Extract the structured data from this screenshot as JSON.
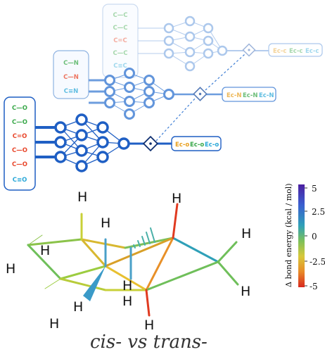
{
  "networks": {
    "co": {
      "bonds": [
        "C—O",
        "C—O",
        "C=O",
        "C—O",
        "C—O",
        "C≡O"
      ],
      "output": [
        "Ec-o",
        "Ec-o",
        "Ec-o"
      ]
    },
    "cn": {
      "bonds": [
        "C—N",
        "C—N",
        "C≡N"
      ],
      "output": [
        "Ec-N",
        "Ec-N",
        "Ec-N"
      ]
    },
    "cc": {
      "bonds": [
        "C—C",
        "C—C",
        "C=C",
        "C—C",
        "C≡C"
      ],
      "output": [
        "Ec-c",
        "Ec-c",
        "Ec-c"
      ]
    }
  },
  "molecule": {
    "atoms": [
      "H",
      "H",
      "H",
      "H",
      "H",
      "H",
      "H",
      "H",
      "H",
      "H",
      "H",
      "H"
    ]
  },
  "colorbar": {
    "label": "Δ bond energy (kcal / mol)",
    "ticks": [
      "5",
      "2.5",
      "0",
      "-2.5",
      "-5"
    ]
  },
  "caption": "cis- vs trans-",
  "colors": {
    "co": "#2e7bd6",
    "cn": "#7aa8e0",
    "cc": "#b8cff0",
    "red": "#e8462a",
    "green": "#3aa84a",
    "cyan": "#2aa8d8"
  }
}
